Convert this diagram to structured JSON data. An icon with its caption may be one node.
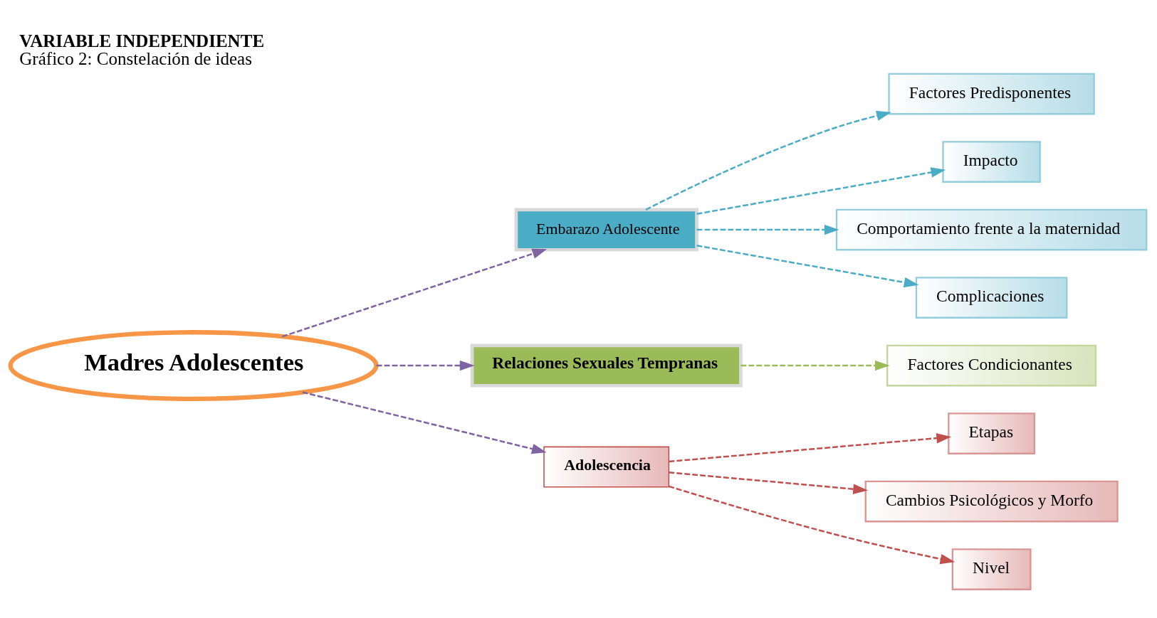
{
  "diagram": {
    "title": "VARIABLE INDEPENDIENTE",
    "caption": "Gráfico 2: Constelación de ideas",
    "nodes": [
      {
        "text": [
          "Madres Adolescentes"
        ]
      },
      {
        "text": [
          "Embarazo Adolescente"
        ]
      },
      {
        "text": [
          "Relaciones Sexuales Tempranas"
        ]
      },
      {
        "text": [
          "Adolescencia"
        ]
      },
      {
        "text": [
          "Factores Predisponentes"
        ]
      },
      {
        "text": [
          "Impacto"
        ]
      },
      {
        "text": [
          "Comportamiento frente a la maternidad"
        ]
      },
      {
        "text": [
          "Complicaciones"
        ]
      },
      {
        "text": [
          "Factores Condicionantes"
        ]
      },
      {
        "text": [
          "Etapas"
        ]
      },
      {
        "text": [
          "Cambios Psicológicos y Morfo"
        ]
      },
      {
        "text": [
          "Nivel"
        ]
      }
    ],
    "edges": [
      {
        "from": 0,
        "to": 1,
        "arrow": "to",
        "style": "dashed",
        "color": "#8064a2"
      },
      {
        "from": 0,
        "to": 2,
        "arrow": "to",
        "style": "dashed",
        "color": "#8064a2"
      },
      {
        "from": 0,
        "to": 3,
        "arrow": "to",
        "style": "dashed",
        "color": "#8064a2"
      },
      {
        "from": 1,
        "to": 4,
        "arrow": "to",
        "style": "dashed"
      },
      {
        "from": 1,
        "to": 5,
        "arrow": "to",
        "style": "dashed"
      },
      {
        "from": 1,
        "to": 6,
        "arrow": "to",
        "style": "dashed"
      },
      {
        "from": 1,
        "to": 7,
        "arrow": "to",
        "style": "dashed"
      },
      {
        "from": 2,
        "to": 8,
        "arrow": "to",
        "style": "dashed",
        "color": "#9bbb59"
      },
      {
        "from": 3,
        "to": 9,
        "arrow": "to",
        "style": "dashed",
        "color": "#c0504d"
      },
      {
        "from": 3,
        "to": 10,
        "arrow": "to",
        "style": "dashed",
        "color": "#c0504d"
      },
      {
        "from": 3,
        "to": 11,
        "arrow": "to",
        "style": "dashed",
        "color": "#c0504d"
      }
    ]
  }
}
